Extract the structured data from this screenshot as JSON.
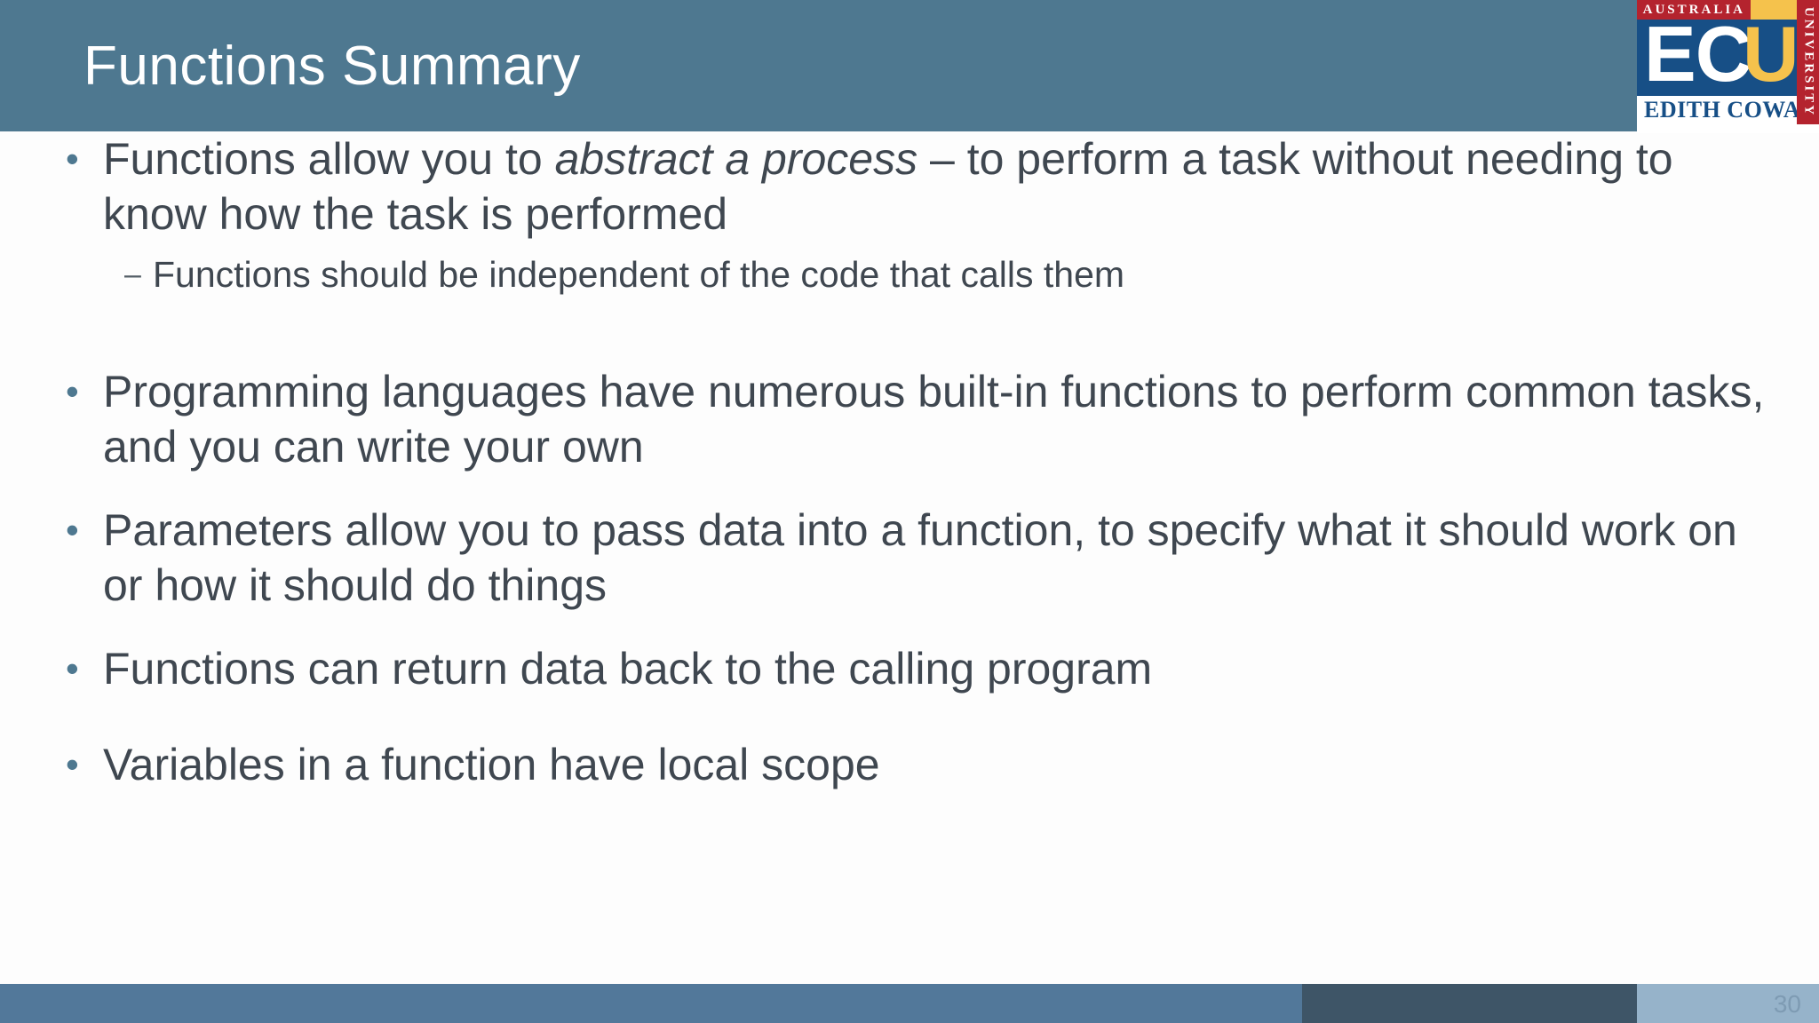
{
  "slide": {
    "title": "Functions Summary",
    "page_number": "30",
    "colors": {
      "header_blue": "#4e7890",
      "body_text": "#3f4750",
      "bullet_marker": "#4e7890",
      "footer_left": "#52789a",
      "footer_dark": "#3e5567",
      "footer_light": "#96b3ca",
      "logo_red": "#b4232e",
      "logo_blue": "#174f86",
      "logo_yellow": "#f5c24c"
    }
  },
  "logo": {
    "banner": "AUSTRALIA",
    "acronym_ec": "EC",
    "acronym_u": "U",
    "name": "EDITH COWAN",
    "vertical": "UNIVERSITY"
  },
  "bullets": [
    {
      "level": 1,
      "marker": "•",
      "text_before": "Functions allow you to ",
      "emphasis": "abstract a process",
      "text_after": " – to perform a task without needing to know how the task is performed"
    },
    {
      "level": 2,
      "marker": "–",
      "text": "Functions should be independent of the code that calls them"
    },
    {
      "level": 1,
      "marker": "•",
      "text": "Programming languages have numerous built-in functions to perform common tasks, and you can write your own"
    },
    {
      "level": 1,
      "marker": "•",
      "text": "Parameters allow you to pass data into a function, to specify what it should work on or how it should do things"
    },
    {
      "level": 1,
      "marker": "•",
      "text": "Functions can return data back to the calling program"
    },
    {
      "level": 1,
      "marker": "•",
      "text": "Variables in a function have local scope"
    }
  ]
}
